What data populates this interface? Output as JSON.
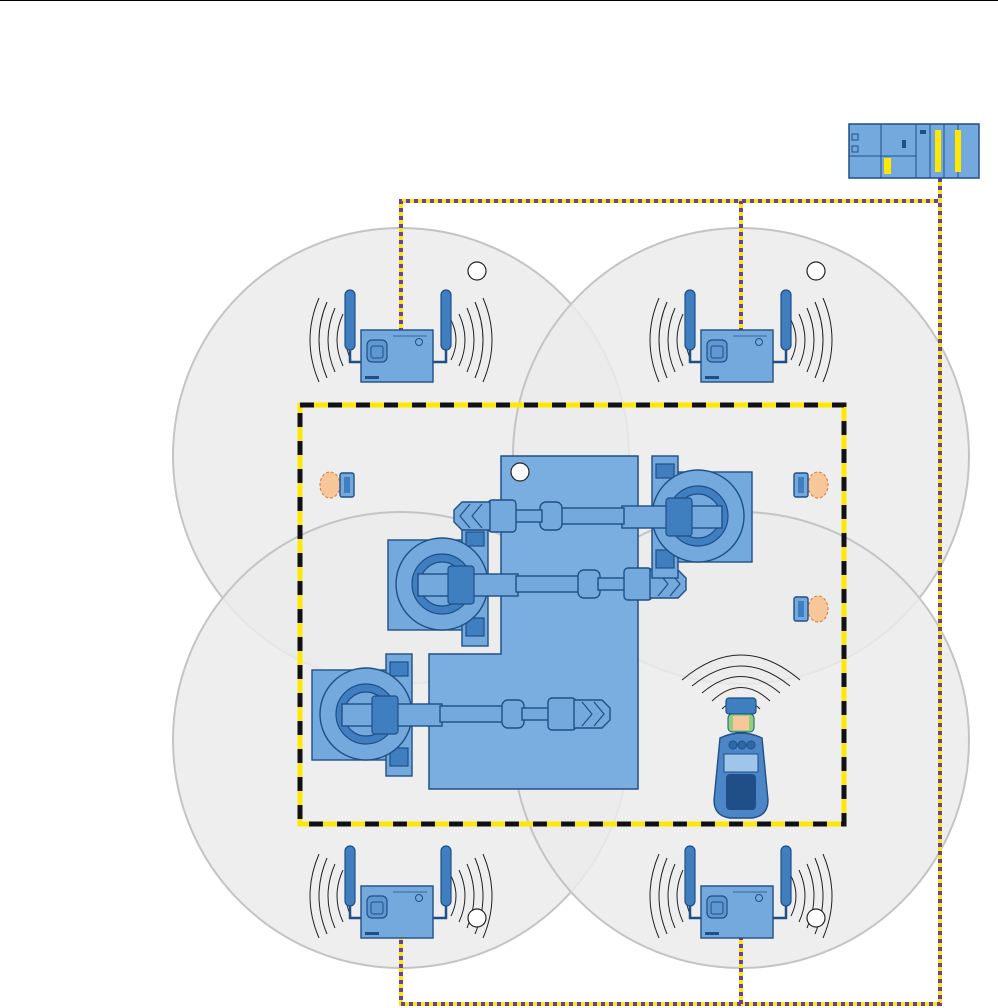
{
  "diagram": {
    "palette": {
      "coverage_zone": "#ebebeb",
      "equipment_blue": "#74a9dd",
      "equipment_dark": "#3f7fc0",
      "outline": "#1f4f86",
      "cable_yellow": "#ffe800",
      "cable_purple": "#6b3fa0",
      "fence_black": "#111111",
      "sensor_orange": "#f7c79a"
    },
    "icons": {
      "controller": "plc-rack-icon",
      "access_point": "wireless-access-point-icon",
      "robot": "industrial-robot-arm-icon",
      "sensor": "light-barrier-sensor-icon",
      "handheld": "mobile-panel-icon"
    },
    "access_points": 4,
    "robots": 3,
    "light_barriers": 3,
    "callouts": 5
  }
}
